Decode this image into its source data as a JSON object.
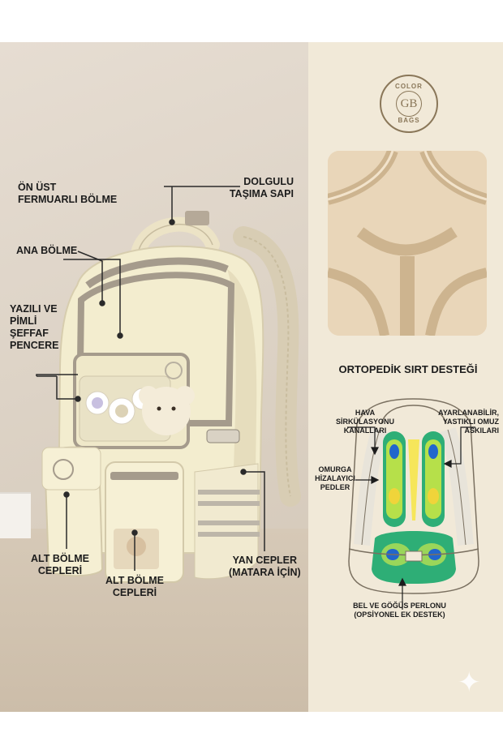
{
  "brand": {
    "logo_top": "COLOR",
    "logo_bottom": "BAGS",
    "monogram": "GB"
  },
  "labels": {
    "on_ust": "ÖN ÜST\nFERMUARLI BÖLME",
    "dolgulu": "DOLGULU\nTAŞIMA SAPI",
    "ana_bolme": "ANA BÖLME",
    "yazili": "YAZILI VE\nPİMLİ\nŞEFFAF\nPENCERE",
    "alt_bolme_left": "ALT BÖLME\nCEPLERİ",
    "alt_bolme_center": "ALT BÖLME\nCEPLERİ",
    "yan_cepler": "YAN CEPLER\n(MATARA İÇİN)"
  },
  "support": {
    "title": "ORTOPEDİK SIRT DESTEĞİ",
    "hava": "HAVA\nSİRKÜLASYONU\nKANALLARI",
    "ayarlanabilir": "AYARLANABİLİR,\nYASTIKLI OMUZ\nASKILARI",
    "omurga": "OMURGA\nHİZALAYICI\nPEDLER",
    "bel": "BEL VE GÖĞÜS PERLONU\n(OPSİYONEL EK DESTEK)"
  },
  "colors": {
    "bag_body": "#f3edcf",
    "bag_trim": "#a59b8c",
    "cushion": "#e8d4b6",
    "accent_brown": "#8a7759",
    "panel_bg": "#f1e9d8"
  }
}
